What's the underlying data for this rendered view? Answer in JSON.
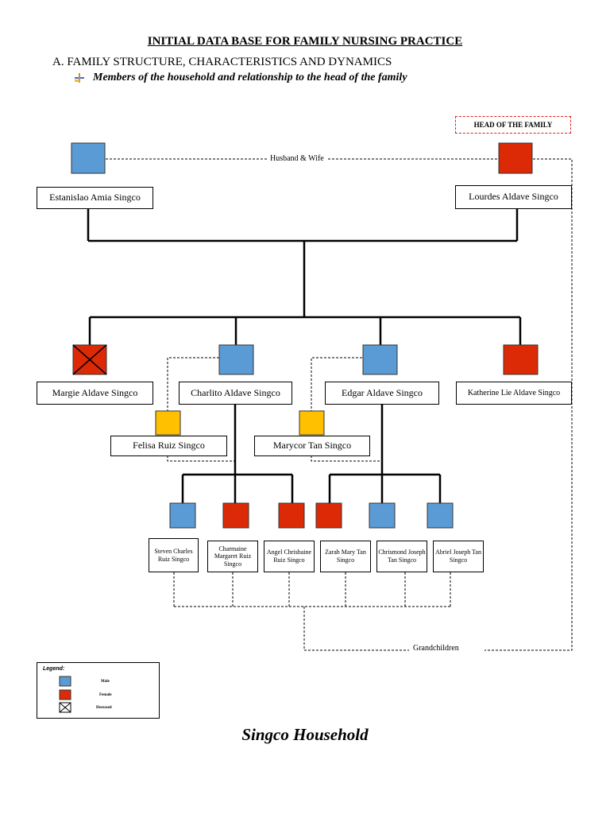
{
  "document": {
    "title": "INITIAL DATA BASE FOR FAMILY NURSING PRACTICE",
    "section": "A.  FAMILY STRUCTURE, CHARACTERISTICS AND DYNAMICS",
    "subheading": "Members of the household and relationship to the head of the family",
    "footer_title": "Singco Household"
  },
  "labels": {
    "head_of_family": "HEAD OF THE FAMILY",
    "husband_wife": "Husband & Wife",
    "grandchildren": "Grandchildren"
  },
  "colors": {
    "male": "#5b9bd5",
    "female": "#dc2a07",
    "in_law": "#ffc000",
    "head_marker_border": "#dd2222"
  },
  "members": {
    "father": {
      "name": "Estanislao Amia Singco",
      "sex": "male"
    },
    "mother": {
      "name": "Lourdes Aldave Singco",
      "sex": "female",
      "role": "head"
    },
    "child1": {
      "name": "Margie Aldave Singco",
      "sex": "female",
      "status": "deceased"
    },
    "child2": {
      "name": "Charlito Aldave Singco",
      "sex": "male"
    },
    "child3": {
      "name": "Edgar Aldave Singco",
      "sex": "male"
    },
    "child4": {
      "name": "Katherine Lie Aldave Singco",
      "sex": "female"
    },
    "spouse2": {
      "name": "Felisa Ruiz Singco",
      "sex": "female"
    },
    "spouse3": {
      "name": "Marycor Tan Singco",
      "sex": "female"
    },
    "gc1": {
      "name": "Steven Charles Ruiz Singco",
      "sex": "male"
    },
    "gc2": {
      "name": "Charmaine Margaret Ruiz Singco",
      "sex": "female"
    },
    "gc3": {
      "name": "Angel Chrishaine Ruiz Singco",
      "sex": "female"
    },
    "gc4": {
      "name": "Zarah Mary Tan Singco",
      "sex": "female"
    },
    "gc5": {
      "name": "Chrismond Joseph Tan Singco",
      "sex": "male"
    },
    "gc6": {
      "name": "Abriel Joseph Tan Singco",
      "sex": "male"
    }
  },
  "legend": {
    "title": "Legend:",
    "items": [
      {
        "label": "Male",
        "symbol": "male"
      },
      {
        "label": "Female",
        "symbol": "female"
      },
      {
        "label": "Deceased",
        "symbol": "deceased"
      }
    ]
  }
}
